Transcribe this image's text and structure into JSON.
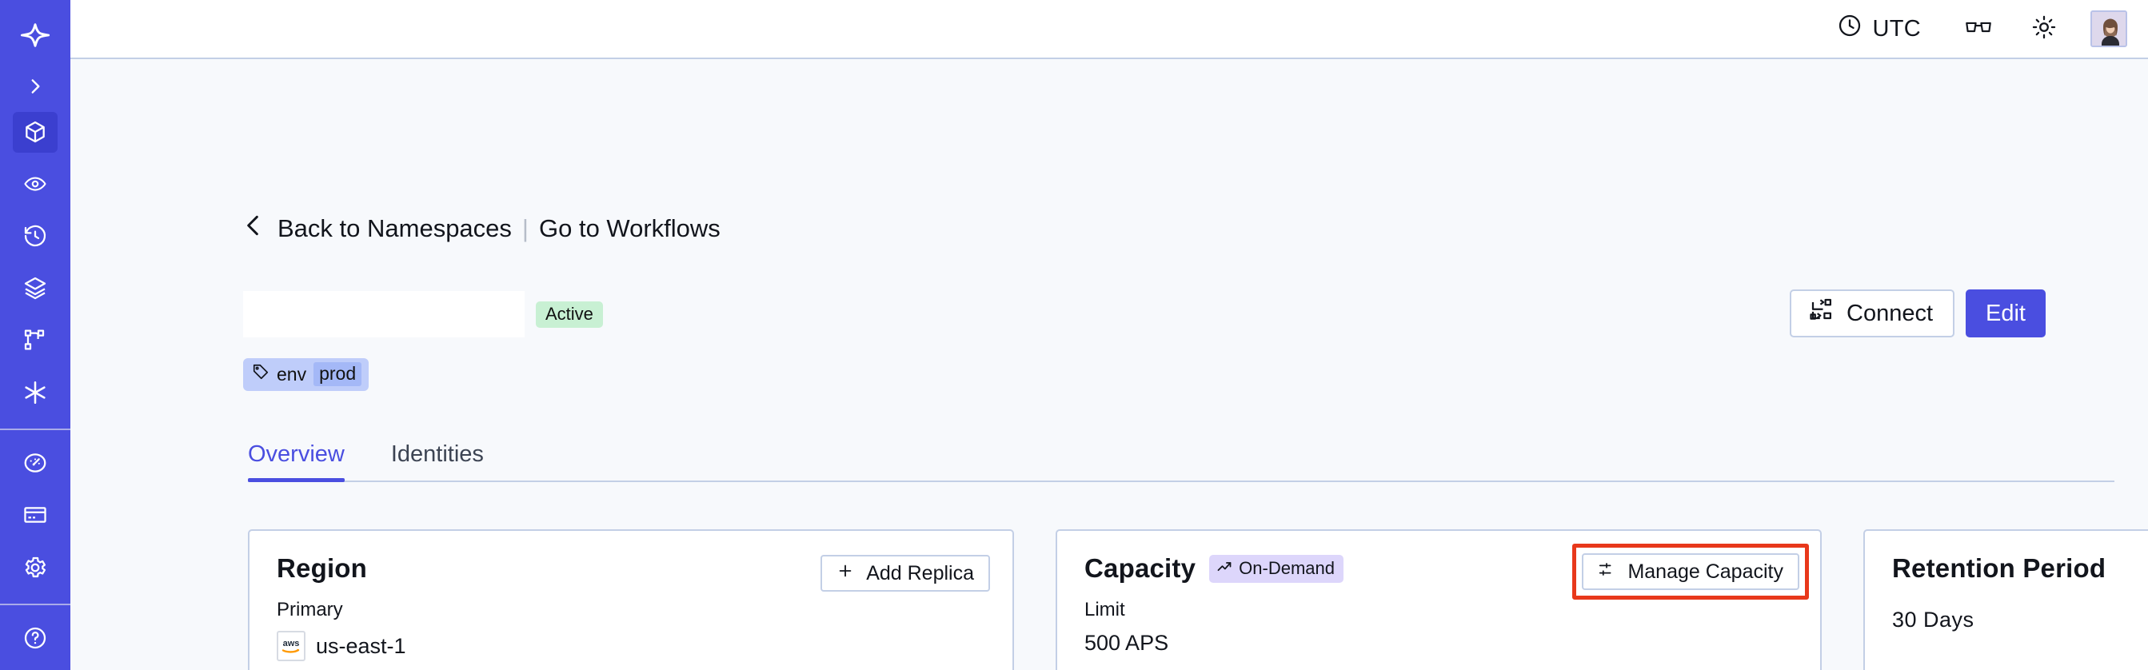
{
  "sidebar": {
    "logo_icon": "temporal-star-logo-icon",
    "expand_icon": "chevron-right-icon",
    "items": [
      {
        "name": "namespaces",
        "icon": "cube-icon",
        "active": true
      },
      {
        "name": "observability",
        "icon": "eye-icon",
        "active": false
      },
      {
        "name": "history",
        "icon": "clock-rewind-icon",
        "active": false
      },
      {
        "name": "layers",
        "icon": "layers-icon",
        "active": false
      },
      {
        "name": "workflows",
        "icon": "git-branch-icon",
        "active": false
      },
      {
        "name": "nexus",
        "icon": "asterisk-icon",
        "active": false
      }
    ],
    "items_secondary": [
      {
        "name": "usage",
        "icon": "gauge-icon",
        "active": false
      },
      {
        "name": "billing",
        "icon": "credit-card-icon",
        "active": false
      },
      {
        "name": "settings",
        "icon": "gear-icon",
        "active": false
      }
    ],
    "items_footer": [
      {
        "name": "help",
        "icon": "help-circle-icon",
        "active": false
      }
    ]
  },
  "topbar": {
    "timezone_label": "UTC",
    "timezone_icon": "clock-icon",
    "glasses_icon": "reading-glasses-icon",
    "theme_icon": "sun-icon",
    "avatar_icon": "user-avatar"
  },
  "breadcrumb": {
    "back_icon": "chevron-left-icon",
    "back_label": "Back to Namespaces",
    "divider": "|",
    "forward_label": "Go to Workflows"
  },
  "header": {
    "namespace_name": "",
    "status_badge": "Active",
    "tag": {
      "icon": "tag-icon",
      "key": "env",
      "value": "prod"
    },
    "connect_label": "Connect",
    "connect_icon": "connect-flow-icon",
    "edit_label": "Edit"
  },
  "tabs": [
    {
      "label": "Overview",
      "active": true
    },
    {
      "label": "Identities",
      "active": false
    }
  ],
  "cards": {
    "region": {
      "title": "Region",
      "action_label": "Add Replica",
      "action_icon": "plus-icon",
      "sub_label": "Primary",
      "provider_icon": "aws-logo",
      "value": "us-east-1"
    },
    "capacity": {
      "title": "Capacity",
      "badge_label": "On-Demand",
      "badge_icon": "trend-up-icon",
      "action_label": "Manage Capacity",
      "action_icon": "sliders-icon",
      "sub_label": "Limit",
      "value": "500 APS"
    },
    "retention": {
      "title": "Retention Period",
      "value": "30 Days"
    }
  },
  "colors": {
    "brand": "#4a4ee0",
    "rail_active": "#3b3fcf",
    "page_bg": "#f7f9fc",
    "card_border": "#c3cfe6",
    "status_green_bg": "#c8f0d3",
    "tag_bg": "#bfcdfa",
    "tag_value_bg": "#a4b8f7",
    "ondemand_bg": "#ddd6fb",
    "highlight_red": "#e8381b"
  }
}
